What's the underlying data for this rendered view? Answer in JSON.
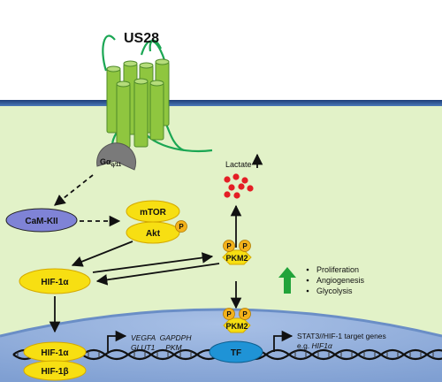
{
  "receptor": {
    "title": "US28",
    "galpha": "Gα",
    "galpha_sub": "q/11"
  },
  "nodes": {
    "camkii": "CaM-KII",
    "mtor": "mTOR",
    "akt": "Akt",
    "phospho": "P",
    "hif1a": "HIF-1α",
    "pkm2": "PKM2",
    "lactate": "Lactate",
    "nuc_pkm2": "PKM2",
    "tf": "TF",
    "nuc_hif1a": "HIF-1α",
    "nuc_hif1b": "HIF-1β"
  },
  "outcomes": [
    "Proliferation",
    "Angiogenesis",
    "Glycolysis"
  ],
  "genes_left": {
    "line1": "VEGFA  GAPDPH",
    "line2": "GLUT1     PKM"
  },
  "genes_right": {
    "line1": "STAT3//HIF-1 target genes",
    "line2_prefix": "e.g. ",
    "line2_gene": "HIF1α"
  },
  "colors": {
    "background": "#e2f2c8",
    "membrane": "#27508e",
    "nucleus": "#98b2dc",
    "helix": "#8fc63f",
    "helix_edge": "#4f8a2a",
    "galpha": "#7a7a7a",
    "camkii": "#7f83d6",
    "yellow": "#f7df12",
    "yellow_edge": "#d4a900",
    "phospho": "#f3b21b",
    "tf": "#1f93d6",
    "lactate": "#e41e25",
    "up_arrow": "#22a33a",
    "loop": "#1aa653"
  }
}
